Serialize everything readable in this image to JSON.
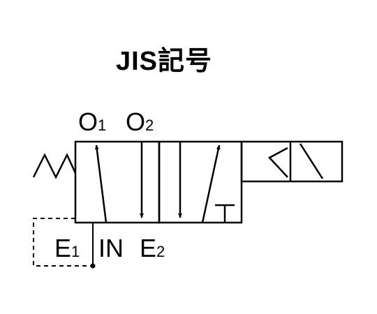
{
  "title": "JIS記号",
  "ports": {
    "o1": {
      "letter": "O",
      "sub": "1"
    },
    "o2": {
      "letter": "O",
      "sub": "2"
    },
    "e1": {
      "letter": "E",
      "sub": "1"
    },
    "in": {
      "letter": "IN"
    },
    "e2": {
      "letter": "E",
      "sub": "2"
    }
  }
}
